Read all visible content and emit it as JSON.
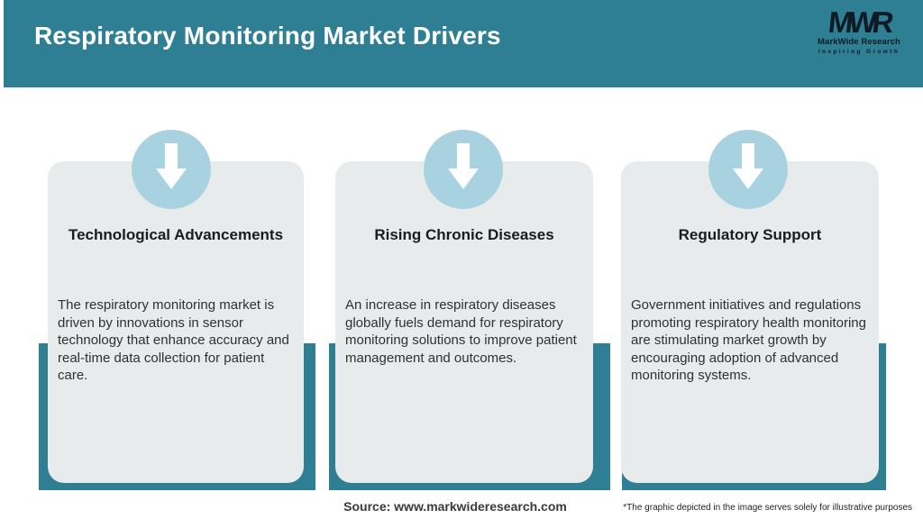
{
  "header": {
    "title": "Respiratory Monitoring Market Drivers",
    "logo": {
      "monogram": "MWR",
      "name": "MarkWide Research",
      "tagline": "Inspiring Growth"
    }
  },
  "cards": [
    {
      "icon": "down-arrow-icon",
      "title": "Technological Advancements",
      "description": "The respiratory monitoring market is driven by innovations in sensor technology that enhance accuracy and real-time data collection for patient care."
    },
    {
      "icon": "down-arrow-icon",
      "title": "Rising Chronic Diseases",
      "description": "An increase in respiratory diseases globally fuels demand for respiratory monitoring solutions to improve patient management and outcomes."
    },
    {
      "icon": "down-arrow-icon",
      "title": "Regulatory Support",
      "description": "Government initiatives and regulations promoting respiratory health monitoring are stimulating market growth by encouraging adoption of advanced monitoring systems."
    }
  ],
  "footer": {
    "source": "Source: www.markwideresearch.com",
    "disclaimer": "*The graphic depicted in the image serves solely for illustrative purposes"
  },
  "colors": {
    "teal": "#2e7e94",
    "circle_blue": "#a9d2e1",
    "card_gray": "#e8ebeb",
    "title_text": "#ffffff",
    "body_text": "#303030",
    "logo_text": "#0d1b24"
  }
}
